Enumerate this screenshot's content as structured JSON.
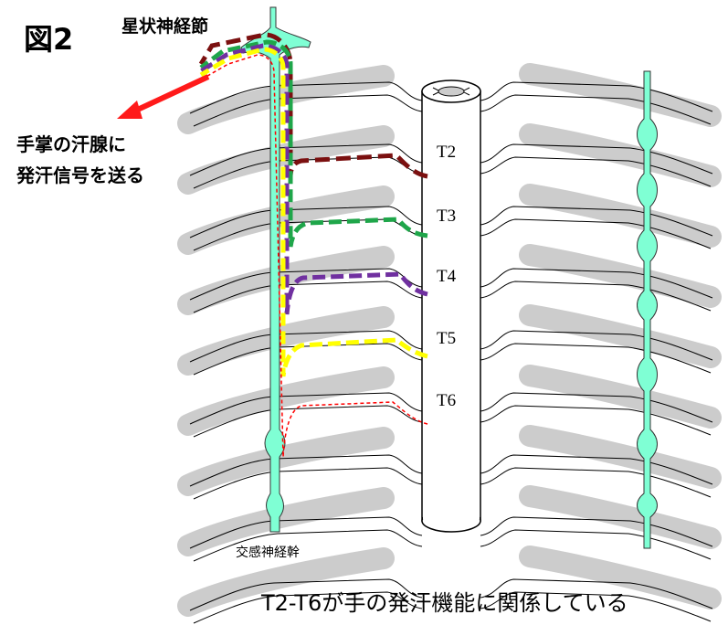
{
  "figure_label": "図2",
  "ganglion_label": "星状神経節",
  "signal_label_line1": "手掌の汗腺に",
  "signal_label_line2": "発汗信号を送る",
  "trunk_label": "交感神経幹",
  "caption": "T2-T6が手の発汗機能に関係している",
  "segments": [
    "T2",
    "T3",
    "T4",
    "T5",
    "T6"
  ],
  "colors": {
    "rib": "#cccccc",
    "trunk": "#7fffd4",
    "t2": "#7b1010",
    "t3": "#1fa64a",
    "t4": "#7030a0",
    "t5": "#ffff00",
    "t6": "#ff0000",
    "arrow": "#ff1a1a"
  }
}
